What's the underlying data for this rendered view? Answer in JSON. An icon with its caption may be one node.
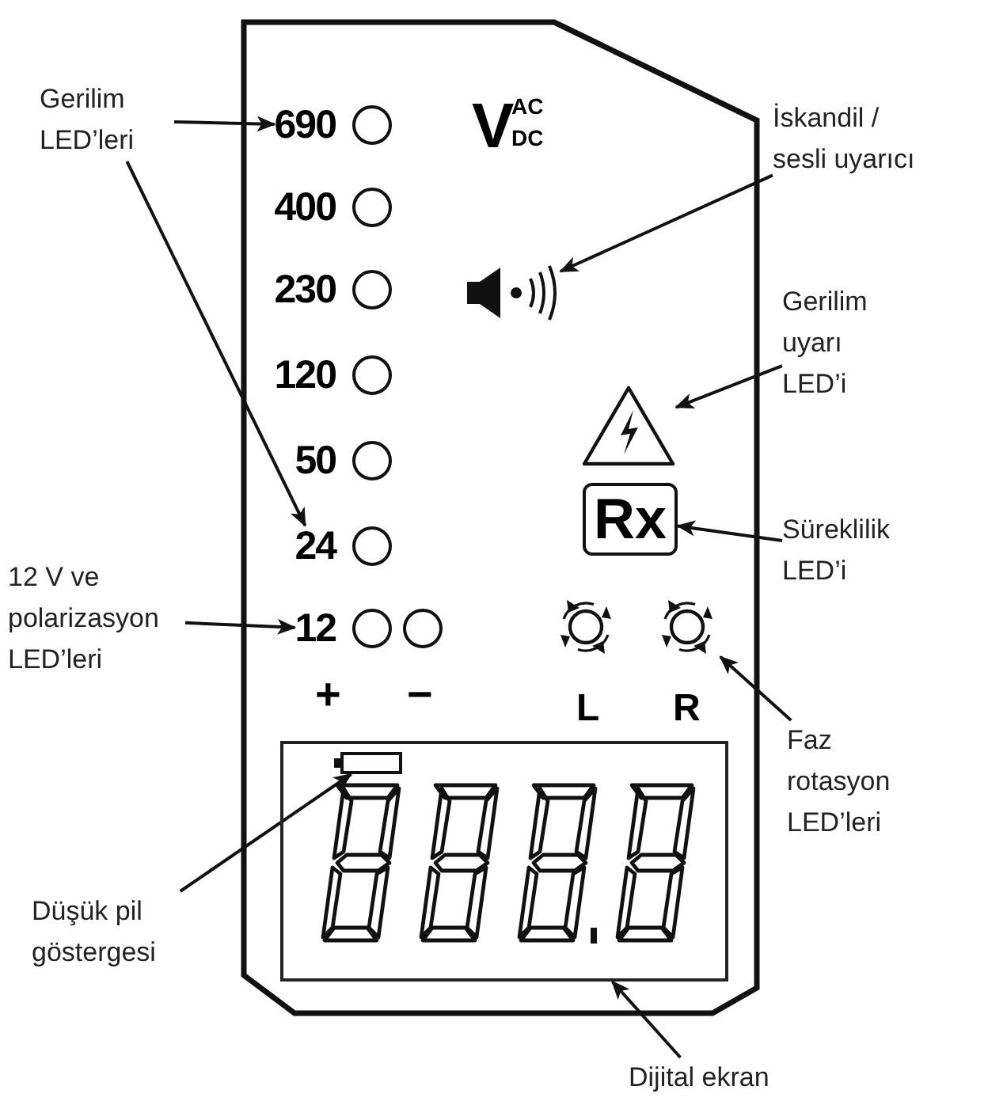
{
  "diagram": {
    "nodes": [
      {
        "text": [],
        "shape": "box"
      },
      {
        "text": [
          "690"
        ],
        "in": 0
      },
      {
        "text": [
          "24"
        ],
        "in": 0
      },
      {
        "text": [
          "12"
        ],
        "in": 0
      },
      {
        "text": [],
        "shape": "speaker",
        "in": 0
      },
      {
        "text": [],
        "shape": "triangle",
        "in": 0
      },
      {
        "text": [
          "Rx"
        ],
        "in": 0
      },
      {
        "text": [],
        "shape": "circle",
        "in": 0
      },
      {
        "text": [],
        "shape": "box",
        "in": 0
      },
      {
        "text": [],
        "shape": "battery",
        "in": 8
      },
      {
        "text": [
          "Gerilim LED’leri"
        ]
      },
      {
        "text": [
          "İskandil / sesli uyarıcı"
        ]
      },
      {
        "text": [
          "Gerilim uyarı LED’i"
        ]
      },
      {
        "text": [
          "Süreklilik LED’i"
        ]
      },
      {
        "text": [
          "12 V ve polarizasyon LED’leri"
        ]
      },
      {
        "text": [
          "Faz rotasyon LED’leri"
        ]
      },
      {
        "text": [
          "Düşük pil göstergesi"
        ]
      },
      {
        "text": [
          "Dijital ekran"
        ]
      },
      {
        "text": [],
        "shape": "circle",
        "in": 0
      },
      {
        "text": [],
        "shape": "circle",
        "in": 0
      },
      {
        "text": [],
        "shape": "circle",
        "in": 0
      },
      {
        "text": [],
        "shape": "circle",
        "in": 0
      },
      {
        "text": [],
        "shape": "circle",
        "in": 0
      },
      {
        "text": [],
        "shape": "circle",
        "in": 0
      },
      {
        "text": [],
        "shape": "circle",
        "in": 0
      },
      {
        "text": [],
        "shape": "circle",
        "in": 0
      },
      {
        "text": [],
        "shape": "circle",
        "in": 0
      }
    ],
    "edges": [
      {
        "from": 10,
        "to": 1,
        "arrow": "to"
      },
      {
        "from": 10,
        "to": 2,
        "arrow": "to"
      },
      {
        "from": 11,
        "to": 4,
        "arrow": "to"
      },
      {
        "from": 12,
        "to": 5,
        "arrow": "to"
      },
      {
        "from": 13,
        "to": 6,
        "arrow": "to"
      },
      {
        "from": 14,
        "to": 3,
        "arrow": "to"
      },
      {
        "from": 15,
        "to": 7,
        "arrow": "to"
      },
      {
        "from": 16,
        "to": 9,
        "arrow": "to"
      },
      {
        "from": 17,
        "to": 8,
        "arrow": "to"
      }
    ],
    "labels": [
      "400",
      "230",
      "120",
      "50",
      "V",
      "AC",
      "DC",
      "+",
      "−",
      "L",
      "R"
    ]
  }
}
